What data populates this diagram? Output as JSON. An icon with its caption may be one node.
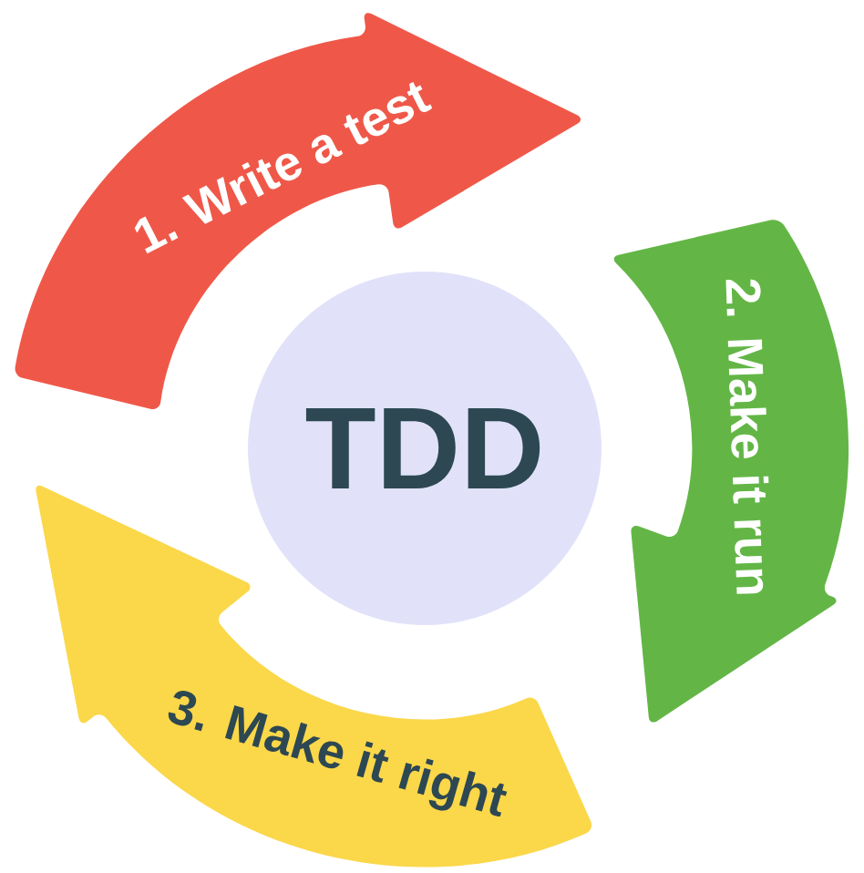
{
  "diagram": {
    "nodes": [
      {
        "text": [
          "1. Write a test"
        ]
      },
      {
        "text": [
          "2. Make it run"
        ]
      },
      {
        "text": [
          "TDD"
        ]
      },
      {
        "text": [
          "3. Make it right"
        ]
      }
    ]
  }
}
